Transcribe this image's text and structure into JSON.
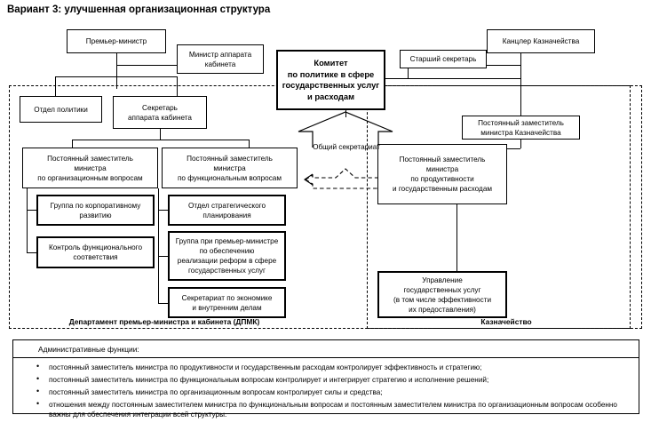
{
  "title": "Вариант 3: улучшенная организационная структура",
  "nodes": {
    "prime_minister": "Премьер-министр",
    "cabinet_office_minister": "Министр аппарата кабинета",
    "committee": "Комитет по политике в сфере государственных услуг и расходам",
    "committee_lines": [
      "Комитет",
      "по политике в сфере",
      "государственных услуг",
      "и расходам"
    ],
    "senior_secretary": "Старший секретарь",
    "chancellor": "Канцлер Казначейства",
    "policy_department": "Отдел политики",
    "cabinet_office_secretary_lines": [
      "Секретарь",
      "аппарата кабинета"
    ],
    "treasury_permanent_deputy_lines": [
      "Постоянный заместитель",
      "министра Казначейства"
    ],
    "deputy_org_lines": [
      "Постоянный заместитель",
      "министра",
      "по организационным вопросам"
    ],
    "deputy_func_lines": [
      "Постоянный заместитель",
      "министра",
      "по функциональным вопросам"
    ],
    "deputy_productivity_lines": [
      "Постоянный заместитель",
      "министра",
      "по продуктивности",
      "и государственным расходам"
    ],
    "corporate_development_lines": [
      "Группа по корпоративному",
      "развитию"
    ],
    "functional_compliance_lines": [
      "Контроль функционального",
      "соответствия"
    ],
    "strategic_planning_lines": [
      "Отдел стратегического",
      "планирования"
    ],
    "pm_delivery_unit_lines": [
      "Группа при премьер-министре",
      "по обеспечению",
      "реализации реформ в сфере",
      "государственных услуг"
    ],
    "economics_secretariat_lines": [
      "Секретариат по экономике",
      "и внутренним делам"
    ],
    "public_services_office_lines": [
      "Управление",
      "государственных услуг",
      "(в том числе эффективности",
      "их предоставления)"
    ]
  },
  "shared_secretariat": {
    "line1": "Общий",
    "line2": "секретариат"
  },
  "regions": {
    "left_label": "Департамент премьер-министра и кабинета (ДПМК)",
    "right_label": "Казначейство"
  },
  "admin": {
    "heading": "Административные функции:",
    "items": [
      "постоянный заместитель министра по продуктивности и государственным расходам контролирует эффективность и стратегию;",
      "постоянный заместитель министра по функциональным вопросам контролирует и интегрирует стратегию и исполнение решений;",
      "постоянный заместитель министра по организационным вопросам контролирует силы и средства;",
      "отношения между постоянным заместителем министра по функциональным вопросам и постоянным заместителем министра по организационным вопросам особенно важны для обеспечения интеграции всей структуры."
    ]
  },
  "colors": {
    "stroke": "#000000",
    "background": "#ffffff"
  }
}
